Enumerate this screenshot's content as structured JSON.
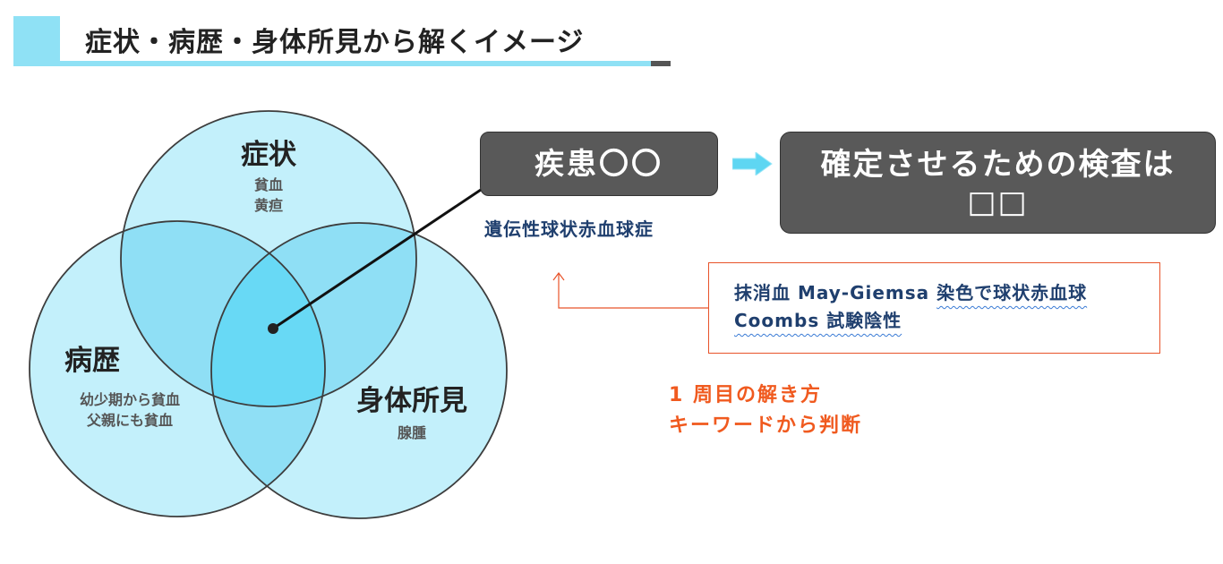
{
  "header": {
    "title": "症状・病歴・身体所見から解くイメージ"
  },
  "venn": {
    "symptoms": {
      "title": "症状",
      "items": [
        "貧血",
        "黄疸"
      ]
    },
    "history": {
      "title": "病歴",
      "items": [
        "幼少期から貧血",
        "父親にも貧血"
      ]
    },
    "physical": {
      "title": "身体所見",
      "items": [
        "腺腫"
      ]
    }
  },
  "diagnosis": {
    "disease_label": "疾患〇〇",
    "disease_name": "遺伝性球状赤血球症",
    "test_line1": "確定させるための検査は",
    "test_line2": "□□"
  },
  "findings": {
    "line1_prefix": "抹消血 May-Giemsa ",
    "line1_highlight": "染色で球状赤血球",
    "line2_highlight": "Coombs 試験陰性"
  },
  "note": {
    "line1": "1 周目の解き方",
    "line2": "キーワードから判断"
  },
  "colors": {
    "circle_fill": "#c3f0fb",
    "pair_overlap": "#8fdff5",
    "center_overlap": "#68d9f5",
    "dark_box": "#595959",
    "accent_orange": "#f05a1f",
    "navy_text": "#1f3f6e",
    "arrow_cyan": "#5ed6f2"
  }
}
